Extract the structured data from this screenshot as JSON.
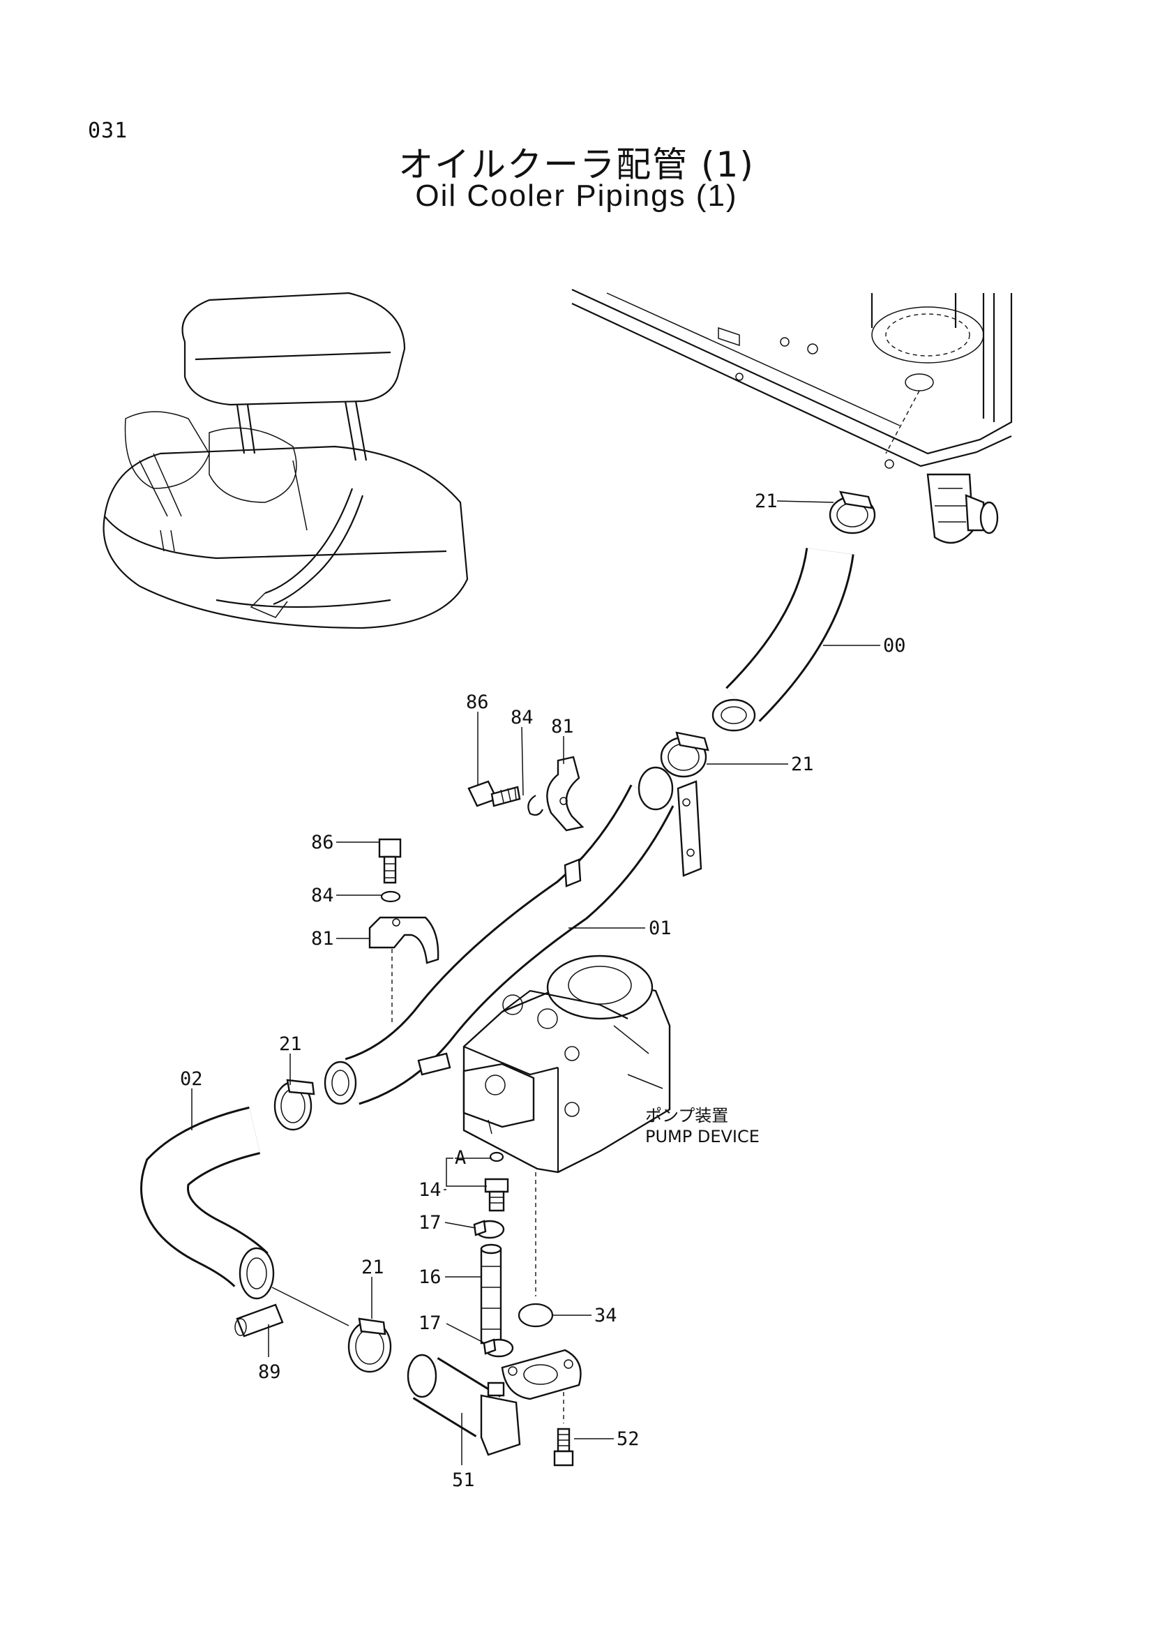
{
  "page": {
    "number": "031",
    "title_jp": "オイルクーラ配管 (1)",
    "title_en": "Oil Cooler Pipings (1)"
  },
  "callouts": {
    "c21_top": "21",
    "c00": "00",
    "c86_a": "86",
    "c84_a": "84",
    "c81_a": "81",
    "c21_mid": "21",
    "c86_b": "86",
    "c84_b": "84",
    "c81_b": "81",
    "c01": "01",
    "c21_left": "21",
    "c02": "02",
    "cA": "A",
    "c14": "14",
    "c17_a": "17",
    "c16": "16",
    "c34": "34",
    "c21_low": "21",
    "c17_b": "17",
    "c89": "89",
    "c52": "52",
    "c51": "51"
  },
  "pump": {
    "label_jp": "ポンプ装置",
    "label_en": "PUMP DEVICE"
  }
}
